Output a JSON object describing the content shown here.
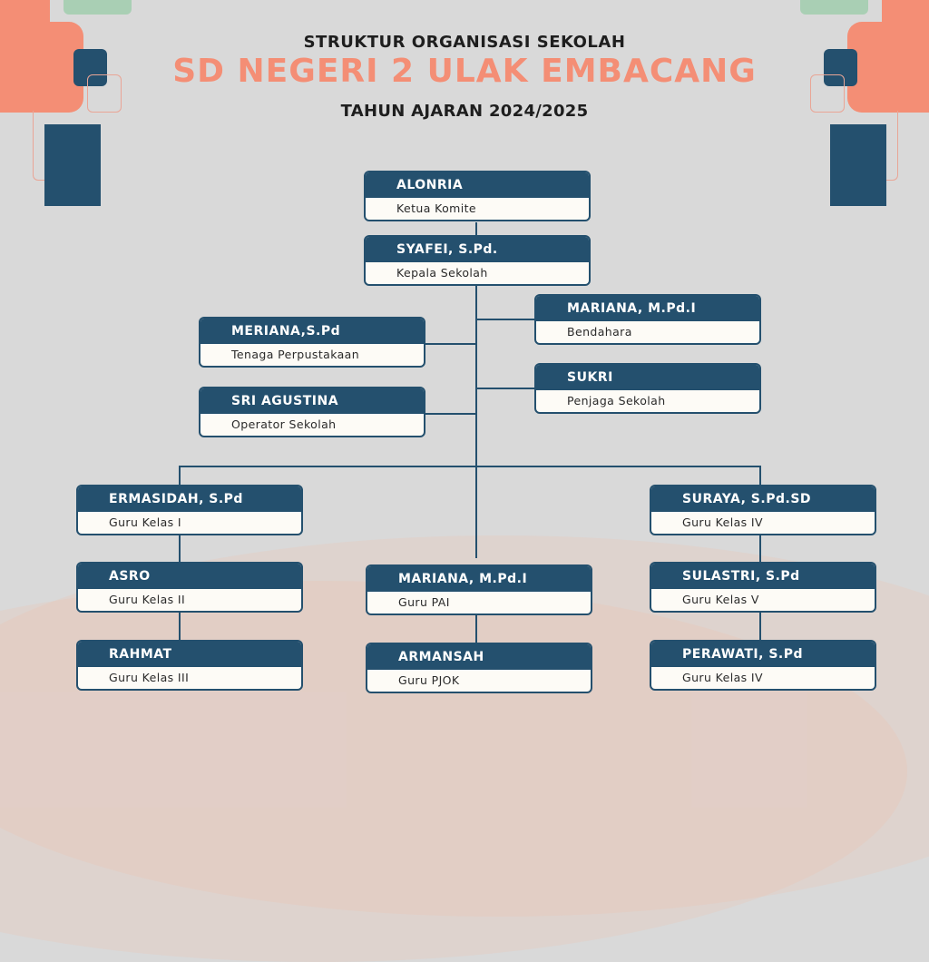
{
  "header": {
    "title_line1": "STRUKTUR ORGANISASI SEKOLAH",
    "school_name": "SD NEGERI 2 ULAK EMBACANG",
    "academic_year": "TAHUN AJARAN 2024/2025"
  },
  "colors": {
    "background": "#d9d9d9",
    "card_header": "#24506e",
    "card_body": "#fdfbf6",
    "accent_salmon": "#f48e75",
    "accent_green": "#a9cfb4",
    "title_text": "#1e1e1e"
  },
  "org_chart": {
    "committee": {
      "name": "ALONRIA",
      "role": "Ketua Komite"
    },
    "principal": {
      "name": "SYAFEI, S.Pd.",
      "role": "Kepala Sekolah"
    },
    "staff_left": [
      {
        "name": "MERIANA,S.Pd",
        "role": "Tenaga Perpustakaan"
      },
      {
        "name": "SRI AGUSTINA",
        "role": "Operator Sekolah"
      }
    ],
    "staff_right": [
      {
        "name": "MARIANA, M.Pd.I",
        "role": "Bendahara"
      },
      {
        "name": "SUKRI",
        "role": "Penjaga Sekolah"
      }
    ],
    "teachers_left": [
      {
        "name": "ERMASIDAH, S.Pd",
        "role": "Guru Kelas I"
      },
      {
        "name": "ASRO",
        "role": "Guru Kelas II"
      },
      {
        "name": "RAHMAT",
        "role": "Guru Kelas III"
      }
    ],
    "teachers_center": [
      {
        "name": "MARIANA, M.Pd.I",
        "role": "Guru PAI"
      },
      {
        "name": "ARMANSAH",
        "role": "Guru PJOK"
      }
    ],
    "teachers_right": [
      {
        "name": "SURAYA, S.Pd.SD",
        "role": "Guru Kelas IV"
      },
      {
        "name": "SULASTRI, S.Pd",
        "role": "Guru Kelas V"
      },
      {
        "name": "PERAWATI, S.Pd",
        "role": "Guru Kelas IV"
      }
    ]
  }
}
